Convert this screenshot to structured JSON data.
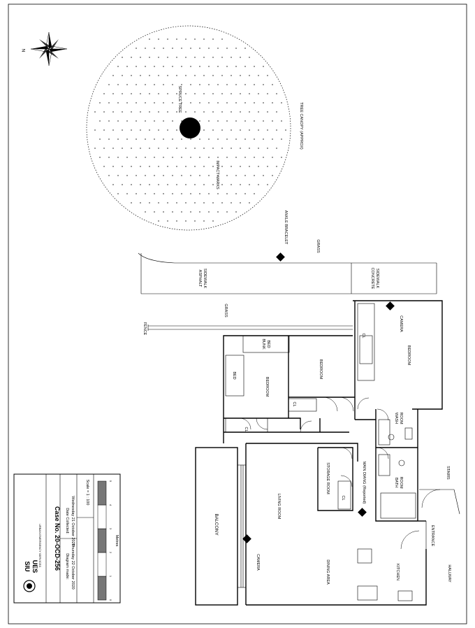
{
  "compass": {
    "north_label": "N"
  },
  "site": {
    "tree_label": "SPRUCE TREE",
    "impact_label": "IMPACT MARKS",
    "canopy_label": "TREE CANOPY (APPROX)",
    "anklet_label": "ANKLE BRACELET",
    "grass_top": "GRASS",
    "asphalt_label": [
      "ASPHALT",
      "SIDEWALK"
    ],
    "concrete_label": [
      "CONCRETE",
      "SIDEWALK"
    ],
    "grass_mid": "GRASS",
    "fence_label": "FENCE"
  },
  "rooms": {
    "bunk_bed": [
      "BUNK",
      "BED"
    ],
    "bed": "BED",
    "bedroom_1": "BEDROOM",
    "bedroom_2": "BEDROOM",
    "bedroom_3": "BEDROOM",
    "closet": "CL",
    "camera": "CAMERA",
    "wash_room": [
      "WASH",
      "ROOM"
    ],
    "bath_room": [
      "BATH",
      "ROOM"
    ],
    "storage_room": "STORAGE ROOM",
    "main_diang": "MAIN DIANG (Reported)",
    "balcony": "BALCONY",
    "living_room": "LIVING ROOM",
    "dining_area": "DINING AREA",
    "kitchen": "KITCHEN",
    "entrance": "ENTRANCE",
    "stairs": "STAIRS",
    "hallway": "HALLWAY"
  },
  "title_block": {
    "logo_top": "SIU",
    "logo_bottom": "UES",
    "logo_sub": "URBAN EMERGENCY SERVICES",
    "case_number": "Case No. 20-OCD-256",
    "date_collected_label": "Date Collected:",
    "date_collected": "Wednesday 21 October 2020",
    "diagram_made_label": "Diagram made:",
    "diagram_made": "Thursday 22 October 2020",
    "scale": "Scale = 1 : 100",
    "scale_ticks": [
      "0",
      "1",
      "2",
      "3",
      "4",
      "5"
    ],
    "scale_unit": "Metres"
  }
}
